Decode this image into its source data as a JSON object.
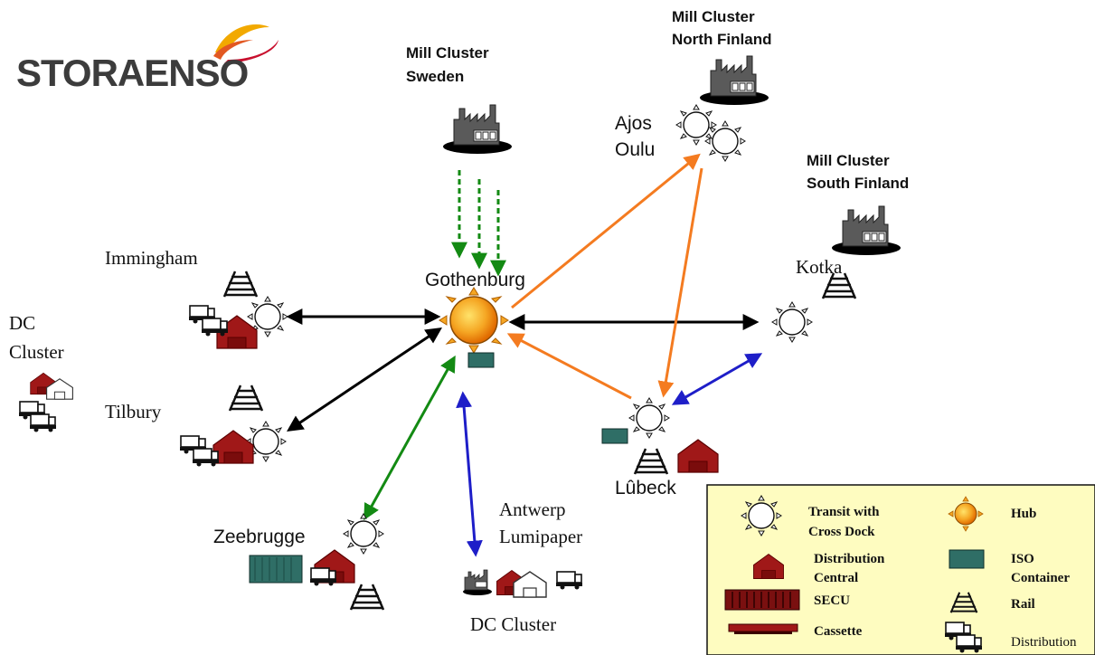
{
  "logo": {
    "text": "STORAENSO"
  },
  "mill_clusters": {
    "sweden": [
      "Mill Cluster",
      "Sweden"
    ],
    "north_finland": [
      "Mill Cluster",
      "North Finland"
    ],
    "south_finland": [
      "Mill Cluster",
      "South Finland"
    ]
  },
  "places": {
    "ajos": "Ajos",
    "oulu": "Oulu",
    "gothenburg": "Gothenburg",
    "kotka": "Kotka",
    "immingham": "Immingham",
    "tilbury": "Tilbury",
    "dc_cluster_left": [
      "DC",
      "Cluster"
    ],
    "zeebrugge": "Zeebrugge",
    "antwerp": "Antwerp",
    "lumipaper": "Lumipaper",
    "dc_cluster_bottom": "DC Cluster",
    "lubeck": "Lûbeck"
  },
  "legend": {
    "transit": [
      "Transit with",
      "Cross Dock"
    ],
    "hub": "Hub",
    "distribution_central": [
      "Distribution",
      "Central"
    ],
    "iso_container": [
      "ISO",
      "Container"
    ],
    "secu": "SECU",
    "rail": "Rail",
    "cassette": "Cassette",
    "distribution": "Distribution"
  },
  "colors": {
    "black_link": "#000000",
    "orange_link": "#f47b20",
    "green_link": "#138a13",
    "blue_link": "#1e1ec8",
    "warehouse_red": "#a01818",
    "container_teal": "#2f6e66",
    "legend_bg": "#fefcc0",
    "hub_orange": "#f5a623"
  }
}
